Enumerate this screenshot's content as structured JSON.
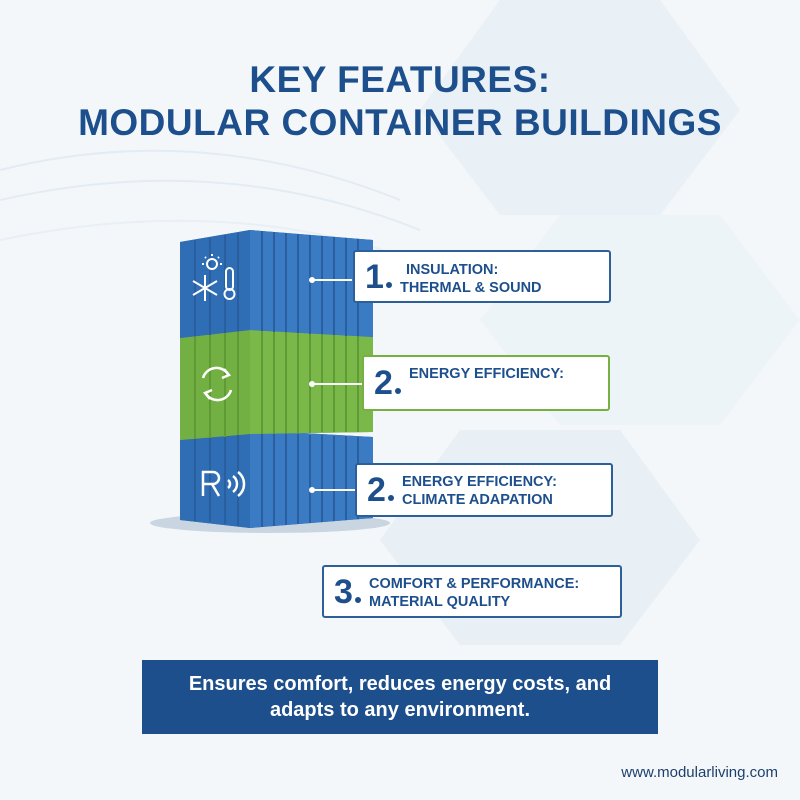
{
  "title": {
    "line1": "KEY FEATURES:",
    "line2": "MODULAR CONTAINER BUILDINGS"
  },
  "features": [
    {
      "number": "1",
      "line1": "INSULATION:",
      "line2": "THERMAL & SOUND",
      "border": "#2d5f99"
    },
    {
      "number": "2",
      "line1": "ENERGY EFFICIENCY:",
      "line2": "",
      "border": "#76b043"
    },
    {
      "number": "2",
      "line1": "ENERGY EFFICIENCY:",
      "line2": "CLIMATE ADAPATION",
      "border": "#2d5f99"
    },
    {
      "number": "3",
      "line1": "COMFORT & PERFORMANCE:",
      "line2": "MATERIAL QUALITY",
      "border": "#2d5f99"
    }
  ],
  "containers": [
    {
      "color": "#3a7bc4",
      "icon": "snowflake-sun-thermometer-icon"
    },
    {
      "color": "#7bb84a",
      "icon": "recycle-arrows-icon"
    },
    {
      "color": "#3a7bc4",
      "icon": "r-value-waves-icon"
    }
  ],
  "cta": {
    "line1": "Ensures comfort, reduces energy costs, and",
    "line2": "adapts to any environment."
  },
  "footer": {
    "url": "www.modularliving.com"
  },
  "colors": {
    "navy": "#1d4f8c",
    "blue_container": "#3a7bc4",
    "green_container": "#7bb84a",
    "background": "#f3f7fa"
  }
}
